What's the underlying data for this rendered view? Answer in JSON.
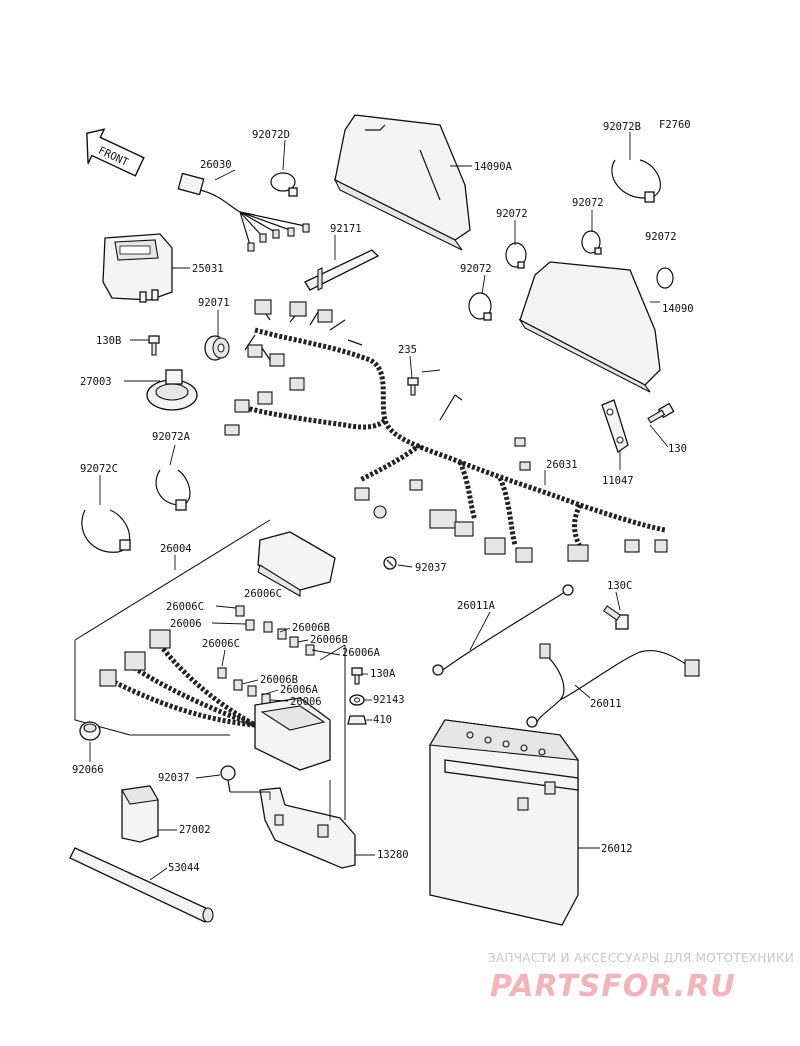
{
  "figure_code": "F2760",
  "front_label": "FRONT",
  "labels": {
    "l_92072D": "92072D",
    "l_26030": "26030",
    "l_14090A": "14090A",
    "l_92072B": "92072B",
    "l_92072_a": "92072",
    "l_92072_b": "92072",
    "l_92072_c": "92072",
    "l_92072_d": "92072",
    "l_92171": "92171",
    "l_25031": "25031",
    "l_14090": "14090",
    "l_92071": "92071",
    "l_130B": "130B",
    "l_235": "235",
    "l_27003": "27003",
    "l_130": "130",
    "l_92072A": "92072A",
    "l_11047": "11047",
    "l_92072C": "92072C",
    "l_26031": "26031",
    "l_26004": "26004",
    "l_92037_a": "92037",
    "l_130C": "130C",
    "l_26006C_a": "26006C",
    "l_26006C_b": "26006C",
    "l_26006_a": "26006",
    "l_26006B_a": "26006B",
    "l_26006B_b": "26006B",
    "l_26011A": "26011A",
    "l_26006C_c": "26006C",
    "l_26006A_a": "26006A",
    "l_130A": "130A",
    "l_26006B_c": "26006B",
    "l_26006A_b": "26006A",
    "l_92143": "92143",
    "l_26006_b": "26006",
    "l_26011": "26011",
    "l_410": "410",
    "l_92066": "92066",
    "l_92037_b": "92037",
    "l_27002": "27002",
    "l_26012": "26012",
    "l_13280": "13280",
    "l_53044": "53044"
  },
  "watermark": {
    "tagline": "ЗАПЧАСТИ И АКСЕССУАРЫ ДЛЯ МОТОТЕХНИКИ",
    "brand": "PARTSFOR.RU",
    "color": "#f3b3b8"
  }
}
